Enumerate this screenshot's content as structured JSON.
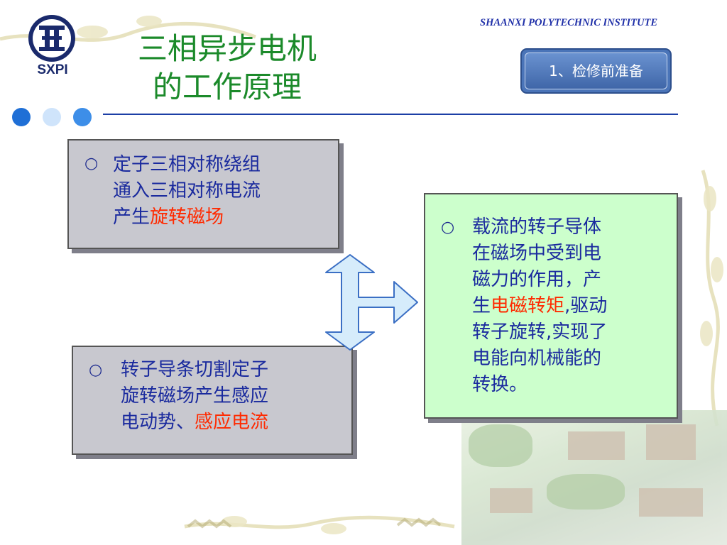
{
  "header": {
    "institute": "SHAANXI POLYTECHNIC INSTITUTE",
    "logo_text": "SXPI",
    "title_line1": "三相异步电机",
    "title_line2": "的工作原理",
    "section_button": "1、检修前准备"
  },
  "colors": {
    "title": "#1b8a2a",
    "rule": "#1c3fa6",
    "box_text": "#1a2a9e",
    "highlight": "#ff2a00",
    "gray_box": "#c8c8cf",
    "green_box": "#ccffcc",
    "arrow_fill": "#d6ecfb",
    "arrow_stroke": "#3b6fc4",
    "dot_dark": "#1f6fd6",
    "dot_light": "#cfe4fb",
    "dot_mid": "#3d8ee8"
  },
  "boxes": {
    "stator": {
      "bullet": "○",
      "line1": "定子三相对称绕组",
      "line2": "通入三相对称电流",
      "line3_pre": "产生",
      "line3_hl": "旋转磁场"
    },
    "rotor_cut": {
      "bullet": "○",
      "line1": "转子导条切割定子",
      "line2": "旋转磁场产生感应",
      "line3_pre": "电动势、",
      "line3_hl": "感应电流"
    },
    "torque": {
      "bullet": "○",
      "line1": "载流的转子导体",
      "line2": "在磁场中受到电",
      "line3": "磁力的作用，产",
      "line4_pre": "生",
      "line4_hl": "电磁转矩",
      "line4_post": ",驱动",
      "line5": "转子旋转,实现了",
      "line6": "电能向机械能的",
      "line7": "转换。"
    }
  },
  "icons": {
    "logo": "sxpi-logo-icon",
    "arrow": "three-way-arrow-icon"
  }
}
